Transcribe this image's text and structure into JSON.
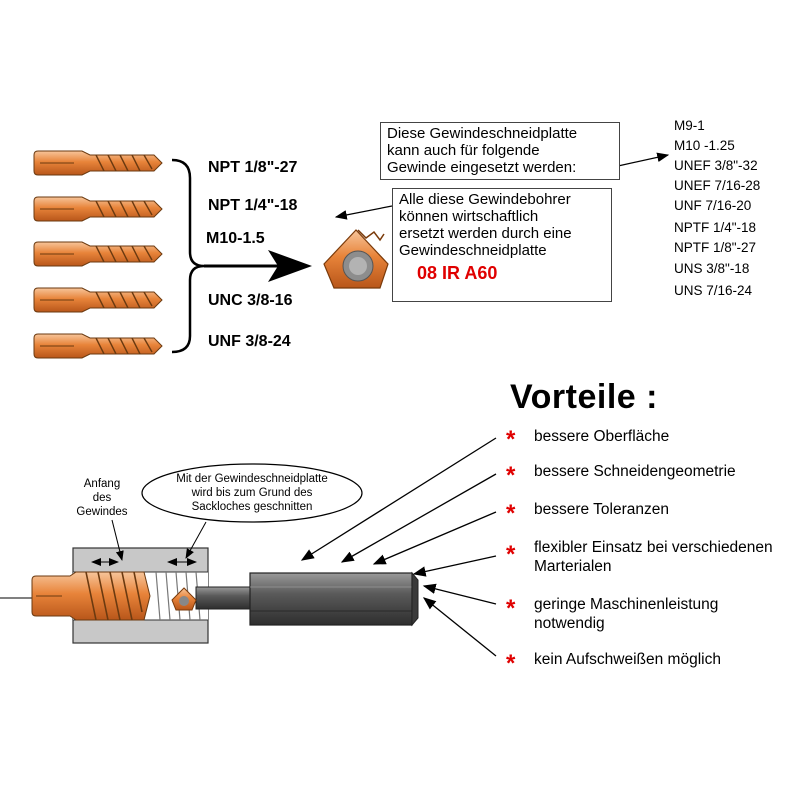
{
  "taps": {
    "labels": [
      "NPT 1/8\"-27",
      "NPT 1/4\"-18",
      "M10-1.5",
      "UNC 3/8-16",
      "UNF 3/8-24"
    ]
  },
  "insert_box": {
    "line1": "Alle diese Gewindebohrer",
    "line2": "können wirtschaftlich",
    "line3": "ersetzt werden durch eine",
    "line4": "Gewindeschneidplatte",
    "code": "08 IR A60"
  },
  "note_box": {
    "line1": "Diese Gewindeschneidplatte",
    "line2": "kann auch für folgende",
    "line3": "Gewinde eingesetzt werden:"
  },
  "thread_list": [
    "M9-1",
    "M10 -1.25",
    "UNEF 3/8\"-32",
    "UNEF 7/16-28",
    "UNF 7/16-20",
    "NPTF 1/4\"-18",
    "NPTF 1/8\"-27",
    "UNS 3/8\"-18",
    "UNS 7/16-24"
  ],
  "advantages": {
    "title": "Vorteile :",
    "items": [
      [
        "bessere Oberfläche"
      ],
      [
        "bessere Schneidengeometrie"
      ],
      [
        "bessere Toleranzen"
      ],
      [
        "flexibler Einsatz bei verschiedenen",
        "Marterialen"
      ],
      [
        "geringe Maschinenleistung",
        "notwendig"
      ],
      [
        "kein Aufschweißen möglich"
      ]
    ]
  },
  "callouts": {
    "anfang_line1": "Anfang",
    "anfang_line2": "des",
    "anfang_line3": "Gewindes",
    "ellipse_line1": "Mit der Gewindeschneidplatte",
    "ellipse_line2": "wird bis zum Grund des",
    "ellipse_line3": "Sackloches geschnitten"
  },
  "colors": {
    "copper": "#e07a2e",
    "copper_light": "#f2b07a",
    "steel": "#6d6d6d",
    "accent_red": "#e00000"
  }
}
